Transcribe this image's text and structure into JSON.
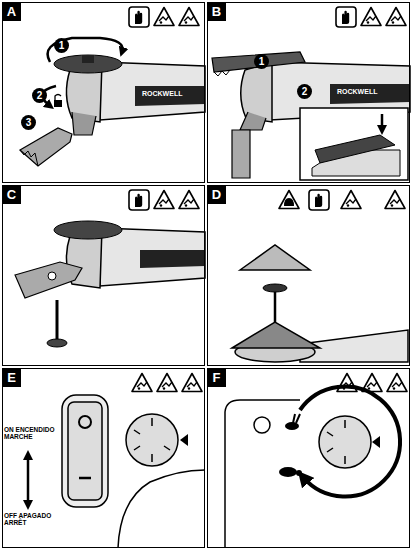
{
  "diagram": {
    "nodes": [
      {
        "text": [
          "A"
        ]
      },
      {
        "text": [
          "1"
        ],
        "in": 0
      },
      {
        "text": [
          "2"
        ],
        "in": 0
      },
      {
        "text": [
          "3"
        ],
        "in": 0
      },
      {
        "text": [
          "B"
        ]
      },
      {
        "text": [
          "1"
        ],
        "in": 4
      },
      {
        "text": [
          "2"
        ],
        "in": 4
      },
      {
        "text": [
          "C"
        ]
      },
      {
        "text": [
          "D"
        ]
      },
      {
        "text": [
          "E"
        ]
      },
      {
        "text": [
          "F"
        ]
      }
    ],
    "labels": [
      "ROCKWELL",
      "ROCKWELL",
      "ON ENCENDIDO MARCHE",
      "OFF APAGADO ARRÊT"
    ]
  }
}
